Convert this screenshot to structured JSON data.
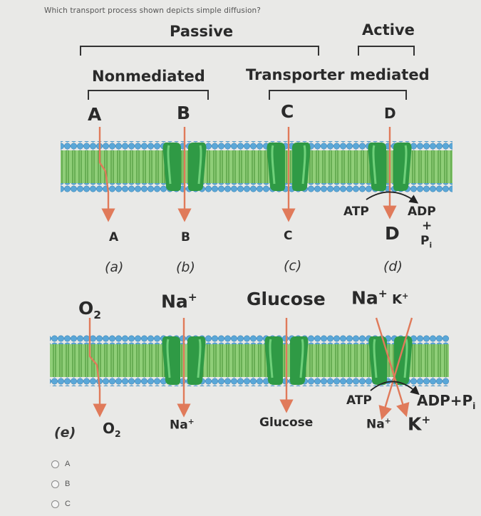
{
  "question": "Which transport process shown depicts simple diffusion?",
  "headers": {
    "passive": "Passive",
    "active": "Active",
    "nonmediated": "Nonmediated",
    "transporter_mediated": "Transporter mediated"
  },
  "top_panel": {
    "above": [
      "A",
      "B",
      "C",
      "D"
    ],
    "below": [
      "A",
      "B",
      "C",
      "D"
    ],
    "captions": [
      "(a)",
      "(b)",
      "(c)",
      "(d)"
    ],
    "atp": "ATP",
    "adp": "ADP",
    "plus": "+",
    "pi": "P",
    "pi_sub": "i"
  },
  "bottom_panel": {
    "o2": "O",
    "o2_sub": "2",
    "na": "Na",
    "na_sup": "+",
    "glucose": "Glucose",
    "k": "K",
    "k_sup": "+",
    "atp": "ATP",
    "adp_pi": "ADP+P",
    "adp_pi_sub": "i",
    "caption": "(e)"
  },
  "options": [
    "A",
    "B",
    "C"
  ],
  "colors": {
    "membrane_head": "#5aa7d8",
    "membrane_tail": "#7fc46a",
    "protein": "#2f9a45",
    "arrow": "#e07a5a"
  }
}
